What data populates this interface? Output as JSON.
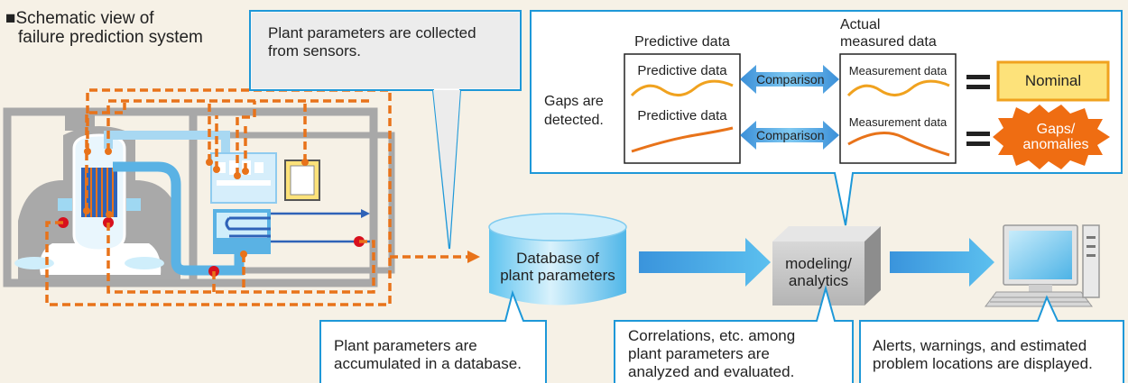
{
  "title": "■Schematic view of failure prediction system",
  "title_line1": "■Schematic view of",
  "title_line2": "failure prediction system",
  "callouts": {
    "sensors": [
      "Plant parameters are collected",
      "from sensors."
    ],
    "database": [
      "Plant parameters are",
      "accumulated in a database."
    ],
    "analysis": [
      "Correlations, etc. among",
      "plant parameters are",
      "analyzed and evaluated."
    ],
    "display": [
      "Alerts, warnings, and estimated",
      "problem locations are displayed."
    ]
  },
  "comparison_panel": {
    "gaps_label": [
      "Gaps are",
      "detected."
    ],
    "predictive_header": "Predictive data",
    "actual_header": [
      "Actual",
      "measured data"
    ],
    "predictive_row1": "Predictive data",
    "predictive_row2": "Predictive data",
    "measurement_row1": "Measurement data",
    "measurement_row2": "Measurement data",
    "comparison1": "Comparison",
    "comparison2": "Comparison",
    "nominal": "Nominal",
    "gaps": [
      "Gaps/",
      "anomalies"
    ]
  },
  "database": [
    "Database of",
    "plant parameters"
  ],
  "modeling": [
    "modeling/",
    "analytics"
  ],
  "colors": {
    "accent_blue": "#2e8ed8",
    "callout_border": "#1e98d8",
    "sensor_orange": "#e8731a",
    "gray_structure": "#a8a8a8",
    "nominal_fill": "#fde27a",
    "gaps_fill": "#ef6d12"
  }
}
